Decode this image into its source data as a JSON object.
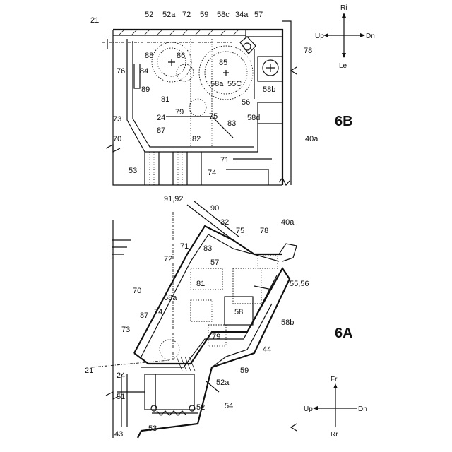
{
  "figures": {
    "fig_a": {
      "title": "6A"
    },
    "fig_b": {
      "title": "6B"
    }
  },
  "compass_b": {
    "up": "Up",
    "dn": "Dn",
    "ri": "Ri",
    "le": "Le"
  },
  "compass_a": {
    "up": "Up",
    "dn": "Dn",
    "fr": "Fr",
    "rr": "Rr"
  },
  "labels_b": [
    {
      "id": "b21",
      "text": "21"
    },
    {
      "id": "b52",
      "text": "52"
    },
    {
      "id": "b52a",
      "text": "52a"
    },
    {
      "id": "b72",
      "text": "72"
    },
    {
      "id": "b59",
      "text": "59"
    },
    {
      "id": "b58c",
      "text": "58c"
    },
    {
      "id": "b34a",
      "text": "34a"
    },
    {
      "id": "b57",
      "text": "57"
    },
    {
      "id": "b78",
      "text": "78"
    },
    {
      "id": "b88",
      "text": "88"
    },
    {
      "id": "b86",
      "text": "86"
    },
    {
      "id": "b85",
      "text": "85"
    },
    {
      "id": "b76",
      "text": "76"
    },
    {
      "id": "b84",
      "text": "84"
    },
    {
      "id": "b89",
      "text": "89"
    },
    {
      "id": "b58a",
      "text": "58a"
    },
    {
      "id": "b55c",
      "text": "55C"
    },
    {
      "id": "b58b",
      "text": "58b"
    },
    {
      "id": "b81",
      "text": "81"
    },
    {
      "id": "b56",
      "text": "56"
    },
    {
      "id": "b79",
      "text": "79"
    },
    {
      "id": "b87",
      "text": "87"
    },
    {
      "id": "b75",
      "text": "75"
    },
    {
      "id": "b83",
      "text": "83"
    },
    {
      "id": "b58d",
      "text": "58d"
    },
    {
      "id": "b73",
      "text": "73"
    },
    {
      "id": "b24",
      "text": "24"
    },
    {
      "id": "b82",
      "text": "82"
    },
    {
      "id": "b70",
      "text": "70"
    },
    {
      "id": "b71",
      "text": "71"
    },
    {
      "id": "b40a",
      "text": "40a"
    },
    {
      "id": "b53",
      "text": "53"
    },
    {
      "id": "b74",
      "text": "74"
    }
  ],
  "labels_a": [
    {
      "id": "a9192",
      "text": "91,92"
    },
    {
      "id": "a90",
      "text": "90"
    },
    {
      "id": "a32",
      "text": "32"
    },
    {
      "id": "a75",
      "text": "75"
    },
    {
      "id": "a78",
      "text": "78"
    },
    {
      "id": "a40a",
      "text": "40a"
    },
    {
      "id": "a83",
      "text": "83"
    },
    {
      "id": "a71",
      "text": "71"
    },
    {
      "id": "a72",
      "text": "72"
    },
    {
      "id": "a57",
      "text": "57"
    },
    {
      "id": "a81",
      "text": "81"
    },
    {
      "id": "a5556",
      "text": "55,56"
    },
    {
      "id": "a70",
      "text": "70"
    },
    {
      "id": "a58a",
      "text": "58a"
    },
    {
      "id": "a74",
      "text": "74"
    },
    {
      "id": "a87",
      "text": "87"
    },
    {
      "id": "a58",
      "text": "58"
    },
    {
      "id": "a58b",
      "text": "58b"
    },
    {
      "id": "a73",
      "text": "73"
    },
    {
      "id": "a79",
      "text": "79"
    },
    {
      "id": "a44",
      "text": "44"
    },
    {
      "id": "a21",
      "text": "21"
    },
    {
      "id": "a24",
      "text": "24"
    },
    {
      "id": "a59",
      "text": "59"
    },
    {
      "id": "a52a",
      "text": "52a"
    },
    {
      "id": "a51",
      "text": "51"
    },
    {
      "id": "a54",
      "text": "54"
    },
    {
      "id": "a52",
      "text": "52"
    },
    {
      "id": "a53",
      "text": "53"
    },
    {
      "id": "a43",
      "text": "43"
    }
  ]
}
